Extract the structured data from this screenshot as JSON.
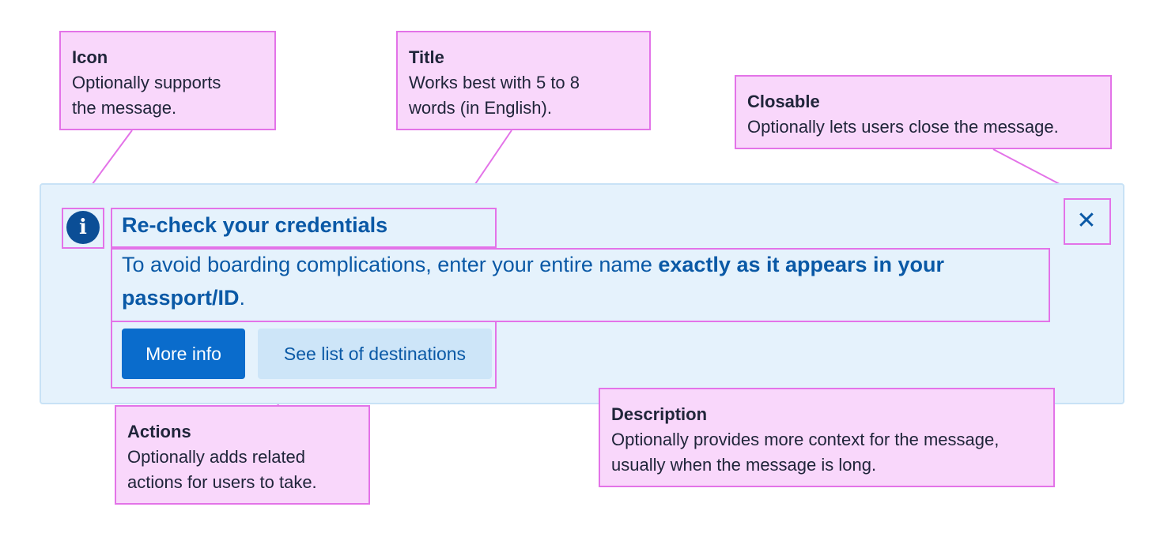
{
  "banner": {
    "title": "Re-check your credentials",
    "description_prefix": "To avoid boarding complications, enter your entire name ",
    "description_bold": "exactly as it appears in your passport/ID",
    "description_suffix": ".",
    "primary_action": "More info",
    "secondary_action": "See list of destinations",
    "info_icon_glyph": "i",
    "close_glyph": "✕"
  },
  "callouts": {
    "icon": {
      "title": "Icon",
      "line1": "Optionally supports",
      "line2": "the message."
    },
    "title": {
      "title": "Title",
      "line1": "Works best with 5 to 8",
      "line2": "words (in English)."
    },
    "closable": {
      "title": "Closable",
      "line1": "Optionally lets users close the message."
    },
    "actions": {
      "title": "Actions",
      "line1": "Optionally adds related",
      "line2": "actions for users to take."
    },
    "description": {
      "title": "Description",
      "line1": "Optionally provides more context for the message,",
      "line2": "usually when the message is long."
    }
  },
  "colors": {
    "callout_fill": "#f9d7fb",
    "callout_border": "#e373e8",
    "banner_bg": "#e5f2fc",
    "banner_text": "#0a59a6",
    "primary_button": "#0a6ccc",
    "secondary_button": "#cde5f8",
    "icon_fill": "#0b4e96"
  }
}
